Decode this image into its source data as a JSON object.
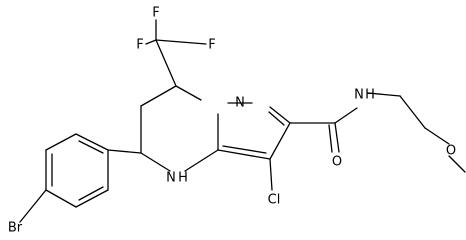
{
  "structure": {
    "atoms": {
      "F1": "F",
      "F2": "F",
      "F3": "F",
      "N_ring": "N",
      "NH_ring": "N",
      "H_ring": "H",
      "N_amide": "N",
      "H_amide": "H",
      "O_carbonyl": "O",
      "O_ether": "O",
      "Cl": "Cl",
      "Br": "Br"
    }
  }
}
